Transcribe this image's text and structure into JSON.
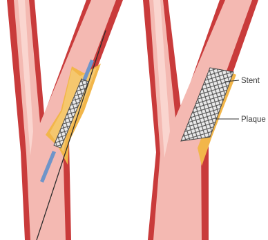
{
  "labels": {
    "stent": "Stent",
    "plaque": "Plaque"
  },
  "colors": {
    "background": "#ffffff",
    "vessel_wall": "#c93b3b",
    "vessel_lumen": "#f4b9b2",
    "vessel_highlight": "#fbdcd6",
    "plaque": "#f2b64a",
    "plaque_light": "#f7cf7e",
    "stent_mesh": "#4a4a4a",
    "balloon": "#6f95c9",
    "guidewire": "#2b2b2b",
    "leader_line": "#333333"
  },
  "icons": [
    "artery-vessel",
    "stent-mesh",
    "balloon-catheter",
    "guidewire",
    "plaque-deposit"
  ]
}
